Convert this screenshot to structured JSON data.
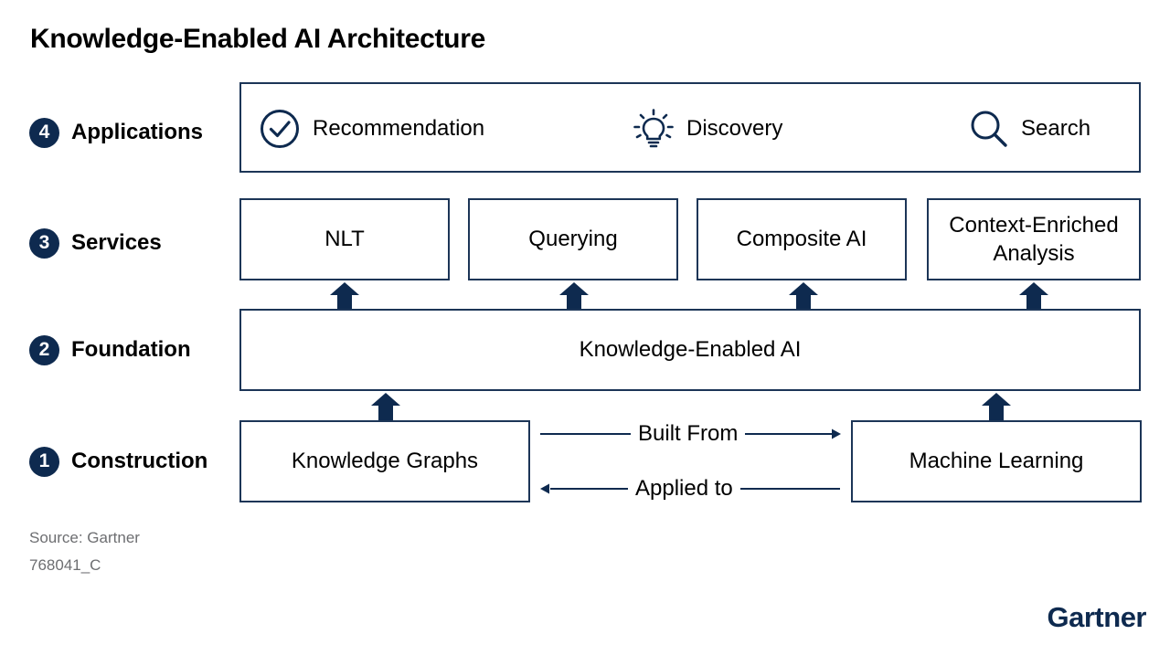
{
  "title": "Knowledge-Enabled AI Architecture",
  "layers": [
    {
      "number": "4",
      "label": "Applications"
    },
    {
      "number": "3",
      "label": "Services"
    },
    {
      "number": "2",
      "label": "Foundation"
    },
    {
      "number": "1",
      "label": "Construction"
    }
  ],
  "applications": [
    {
      "label": "Recommendation",
      "icon": "check-circle-icon"
    },
    {
      "label": "Discovery",
      "icon": "lightbulb-icon"
    },
    {
      "label": "Search",
      "icon": "magnifier-icon"
    }
  ],
  "services": [
    "NLT",
    "Querying",
    "Composite AI",
    "Context-Enriched Analysis"
  ],
  "foundation": "Knowledge-Enabled AI",
  "construction": {
    "left": "Knowledge Graphs",
    "right": "Machine Learning",
    "built_from": "Built From",
    "applied_to": "Applied to"
  },
  "footer": {
    "source": "Source: Gartner",
    "id": "768041_C"
  },
  "logo": "Gartner",
  "colors": {
    "navy": "#0e2a4f",
    "border": "#1c3557",
    "muted_text": "#6d6e71"
  }
}
